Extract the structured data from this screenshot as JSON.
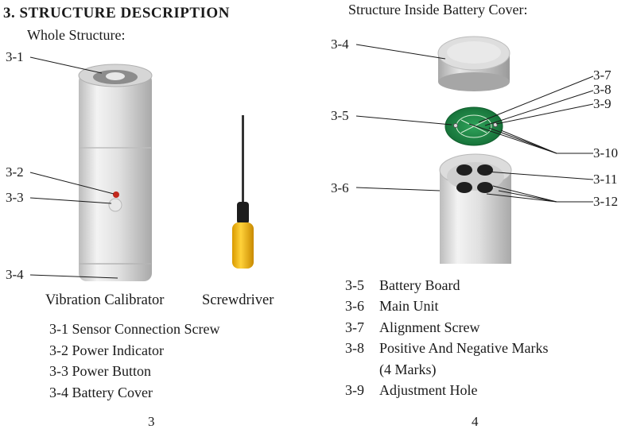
{
  "left_page": {
    "heading": "3. STRUCTURE DESCRIPTION",
    "subheading": "Whole Structure:",
    "callouts": [
      "3-1",
      "3-2",
      "3-3",
      "3-4"
    ],
    "captions": {
      "device": "Vibration Calibrator",
      "tool": "Screwdriver"
    },
    "items": [
      "3-1 Sensor Connection Screw",
      "3-2 Power Indicator",
      "3-3 Power Button",
      "3-4 Battery Cover"
    ],
    "page_number": "3"
  },
  "right_page": {
    "subheading": "Structure Inside Battery Cover:",
    "callouts_left": [
      "3-4",
      "3-5",
      "3-6"
    ],
    "callouts_right": [
      "3-7",
      "3-8",
      "3-9",
      "3-10",
      "3-11",
      "3-12"
    ],
    "items": [
      {
        "code": "3-5",
        "text": "Battery Board"
      },
      {
        "code": "3-6",
        "text": "Main Unit"
      },
      {
        "code": "3-7",
        "text": "Alignment Screw"
      },
      {
        "code": "3-8",
        "text": "Positive And Negative Marks"
      },
      {
        "code": "",
        "text": "(4 Marks)"
      },
      {
        "code": "3-9",
        "text": "Adjustment Hole"
      }
    ],
    "page_number": "4"
  }
}
